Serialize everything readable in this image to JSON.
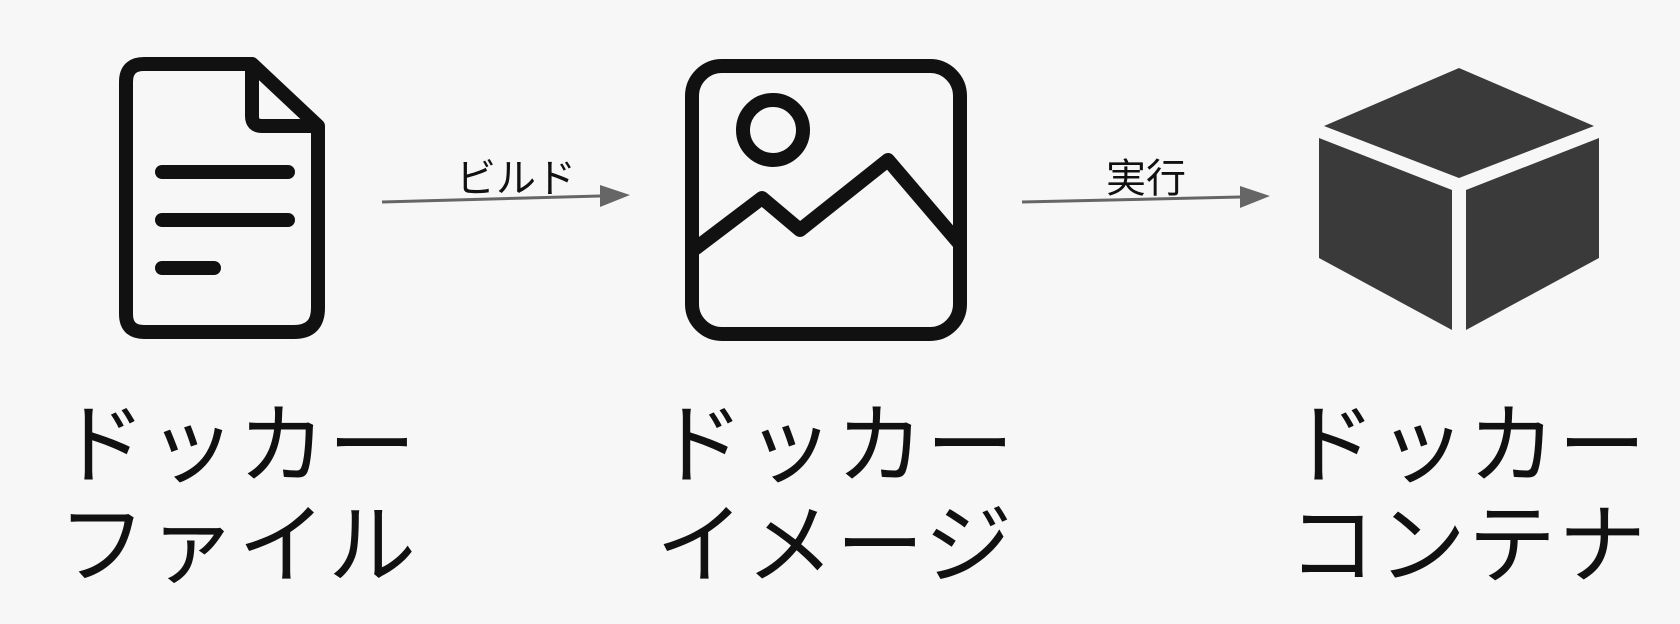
{
  "steps": [
    {
      "icon": "document-icon",
      "line1": "ドッカー",
      "line2": "ファイル"
    },
    {
      "icon": "image-icon",
      "line1": "ドッカー",
      "line2": "イメージ"
    },
    {
      "icon": "cube-icon",
      "line1": "ドッカー",
      "line2": "コンテナ"
    }
  ],
  "arrows": [
    {
      "label": "ビルド"
    },
    {
      "label": "実行"
    }
  ],
  "colors": {
    "background": "#f7f7f7",
    "stroke": "#111111",
    "arrow": "#666666",
    "cube": "#3a3a3a"
  }
}
